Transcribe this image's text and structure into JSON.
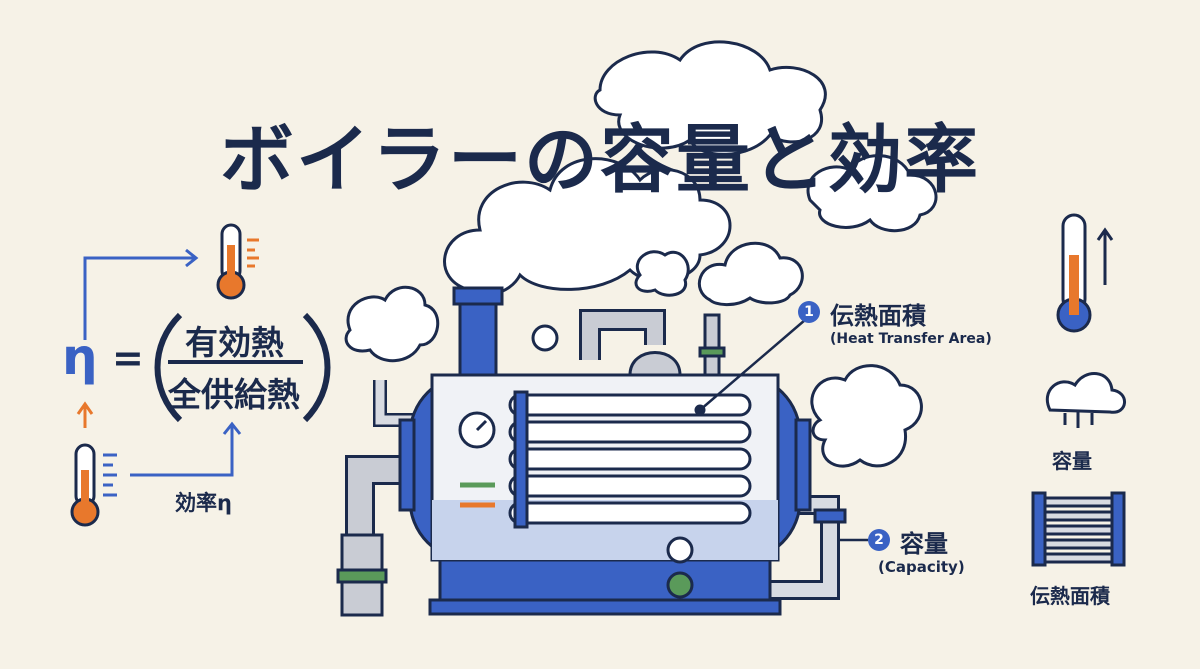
{
  "title": "ボイラーの容量と効率",
  "formula": {
    "symbol": "η",
    "equals": "=",
    "numerator": "有効熱",
    "denominator": "全供給熱",
    "caption": "効率η"
  },
  "callouts": [
    {
      "number": "1",
      "label": "伝熱面積",
      "sublabel": "(Heat Transfer Area)"
    },
    {
      "number": "2",
      "label": "容量",
      "sublabel": "(Capacity)"
    }
  ],
  "legend": [
    {
      "icon": "thermometer-rising-icon"
    },
    {
      "icon": "steam-cloud-icon",
      "label": "容量"
    },
    {
      "icon": "tube-bundle-icon",
      "label": "伝熱面積"
    }
  ],
  "colors": {
    "background": "#f6f2e7",
    "navy": "#1b2a4c",
    "blue": "#3a62c4",
    "orange": "#e8782c",
    "green": "#5a9a5a"
  }
}
